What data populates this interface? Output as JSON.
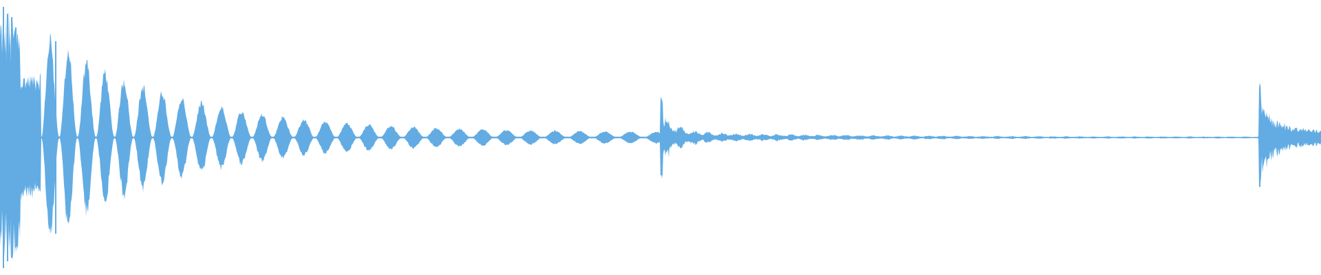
{
  "waveform": {
    "color": "#62ace3",
    "background": "#ffffff",
    "description_events": [
      {
        "kind": "percussive-decay",
        "start": 0.0,
        "end": 0.5
      },
      {
        "kind": "transient",
        "start": 0.5,
        "end": 0.955
      },
      {
        "kind": "transient",
        "start": 0.955,
        "end": 1.0
      }
    ]
  }
}
